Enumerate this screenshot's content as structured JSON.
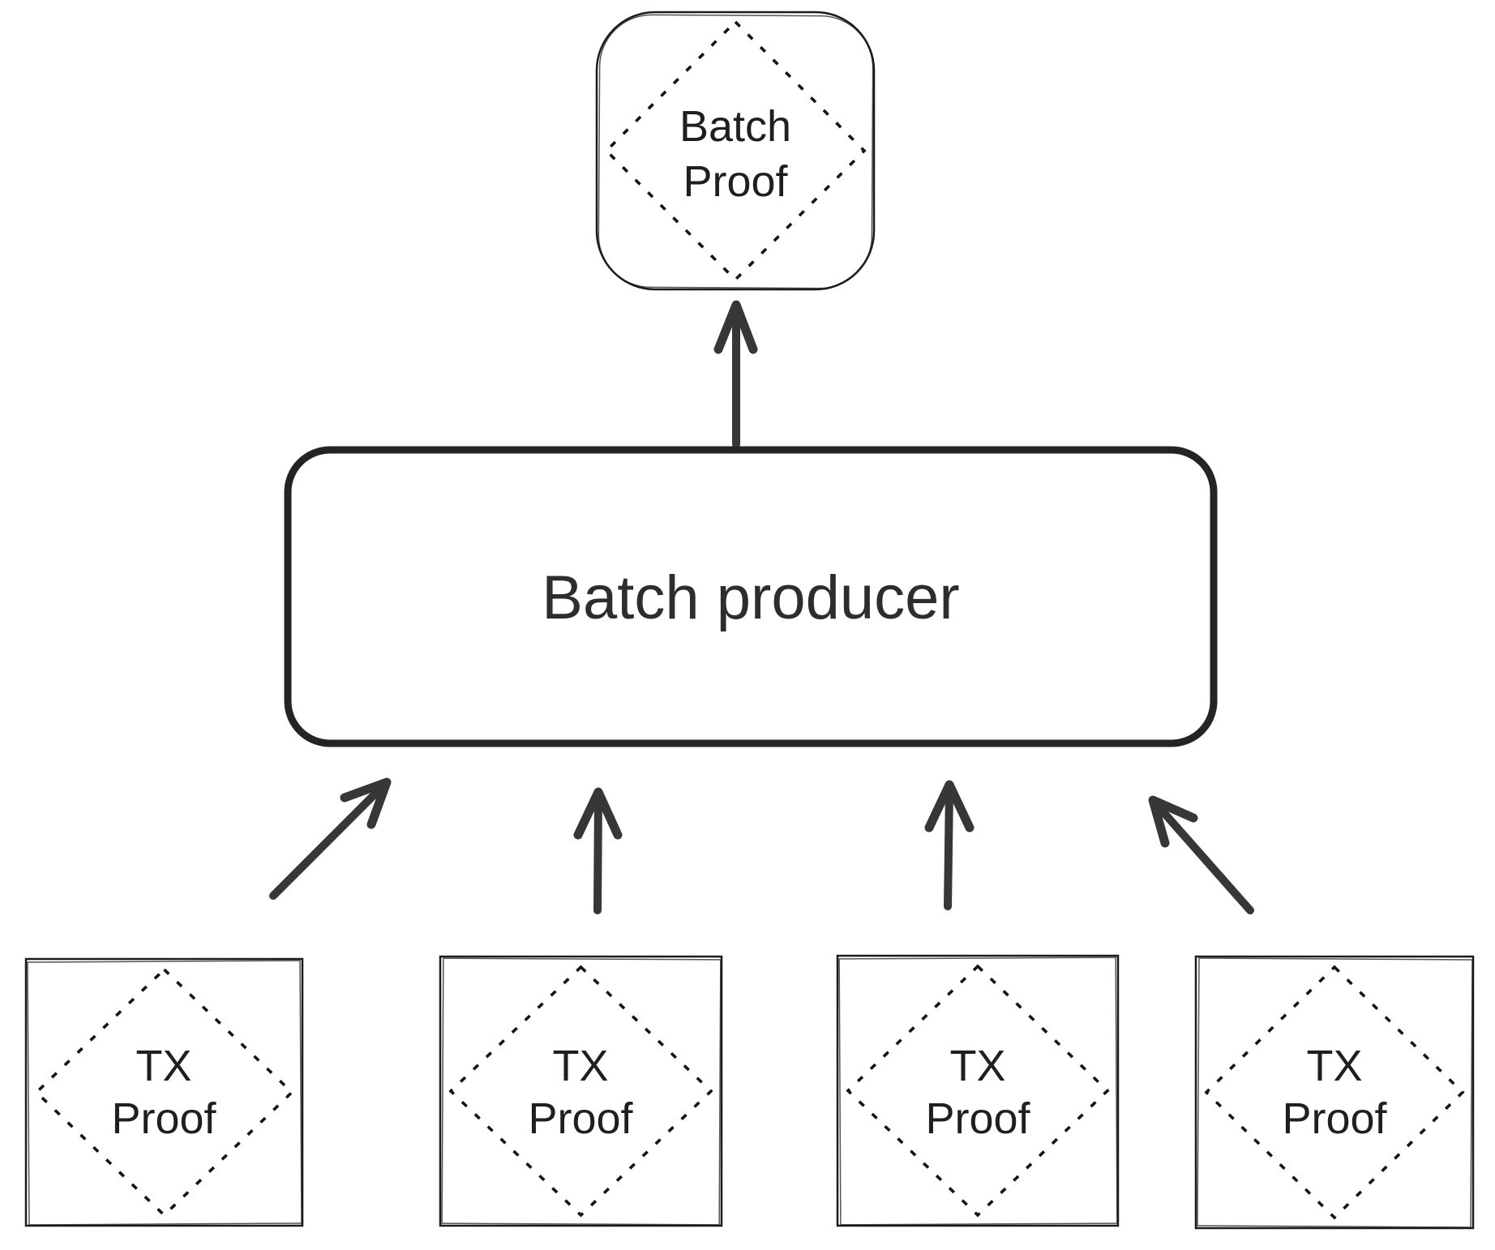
{
  "nodes": {
    "batch_proof": {
      "lines": [
        "Batch",
        "Proof"
      ]
    },
    "batch_producer": {
      "label": "Batch producer"
    },
    "tx_proofs": [
      {
        "lines": [
          "TX",
          "Proof"
        ]
      },
      {
        "lines": [
          "TX",
          "Proof"
        ]
      },
      {
        "lines": [
          "TX",
          "Proof"
        ]
      },
      {
        "lines": [
          "TX",
          "Proof"
        ]
      }
    ]
  },
  "edges": [
    {
      "from": "batch-producer",
      "to": "batch-proof"
    },
    {
      "from": "tx-proof-1",
      "to": "batch-producer"
    },
    {
      "from": "tx-proof-2",
      "to": "batch-producer"
    },
    {
      "from": "tx-proof-3",
      "to": "batch-producer"
    },
    {
      "from": "tx-proof-4",
      "to": "batch-producer"
    }
  ],
  "colors": {
    "background": "#ffffff",
    "box_stroke": "#1b1b1b",
    "bold_box_stroke": "#242424",
    "arrow": "#373737",
    "text": "#1f1f1f"
  }
}
